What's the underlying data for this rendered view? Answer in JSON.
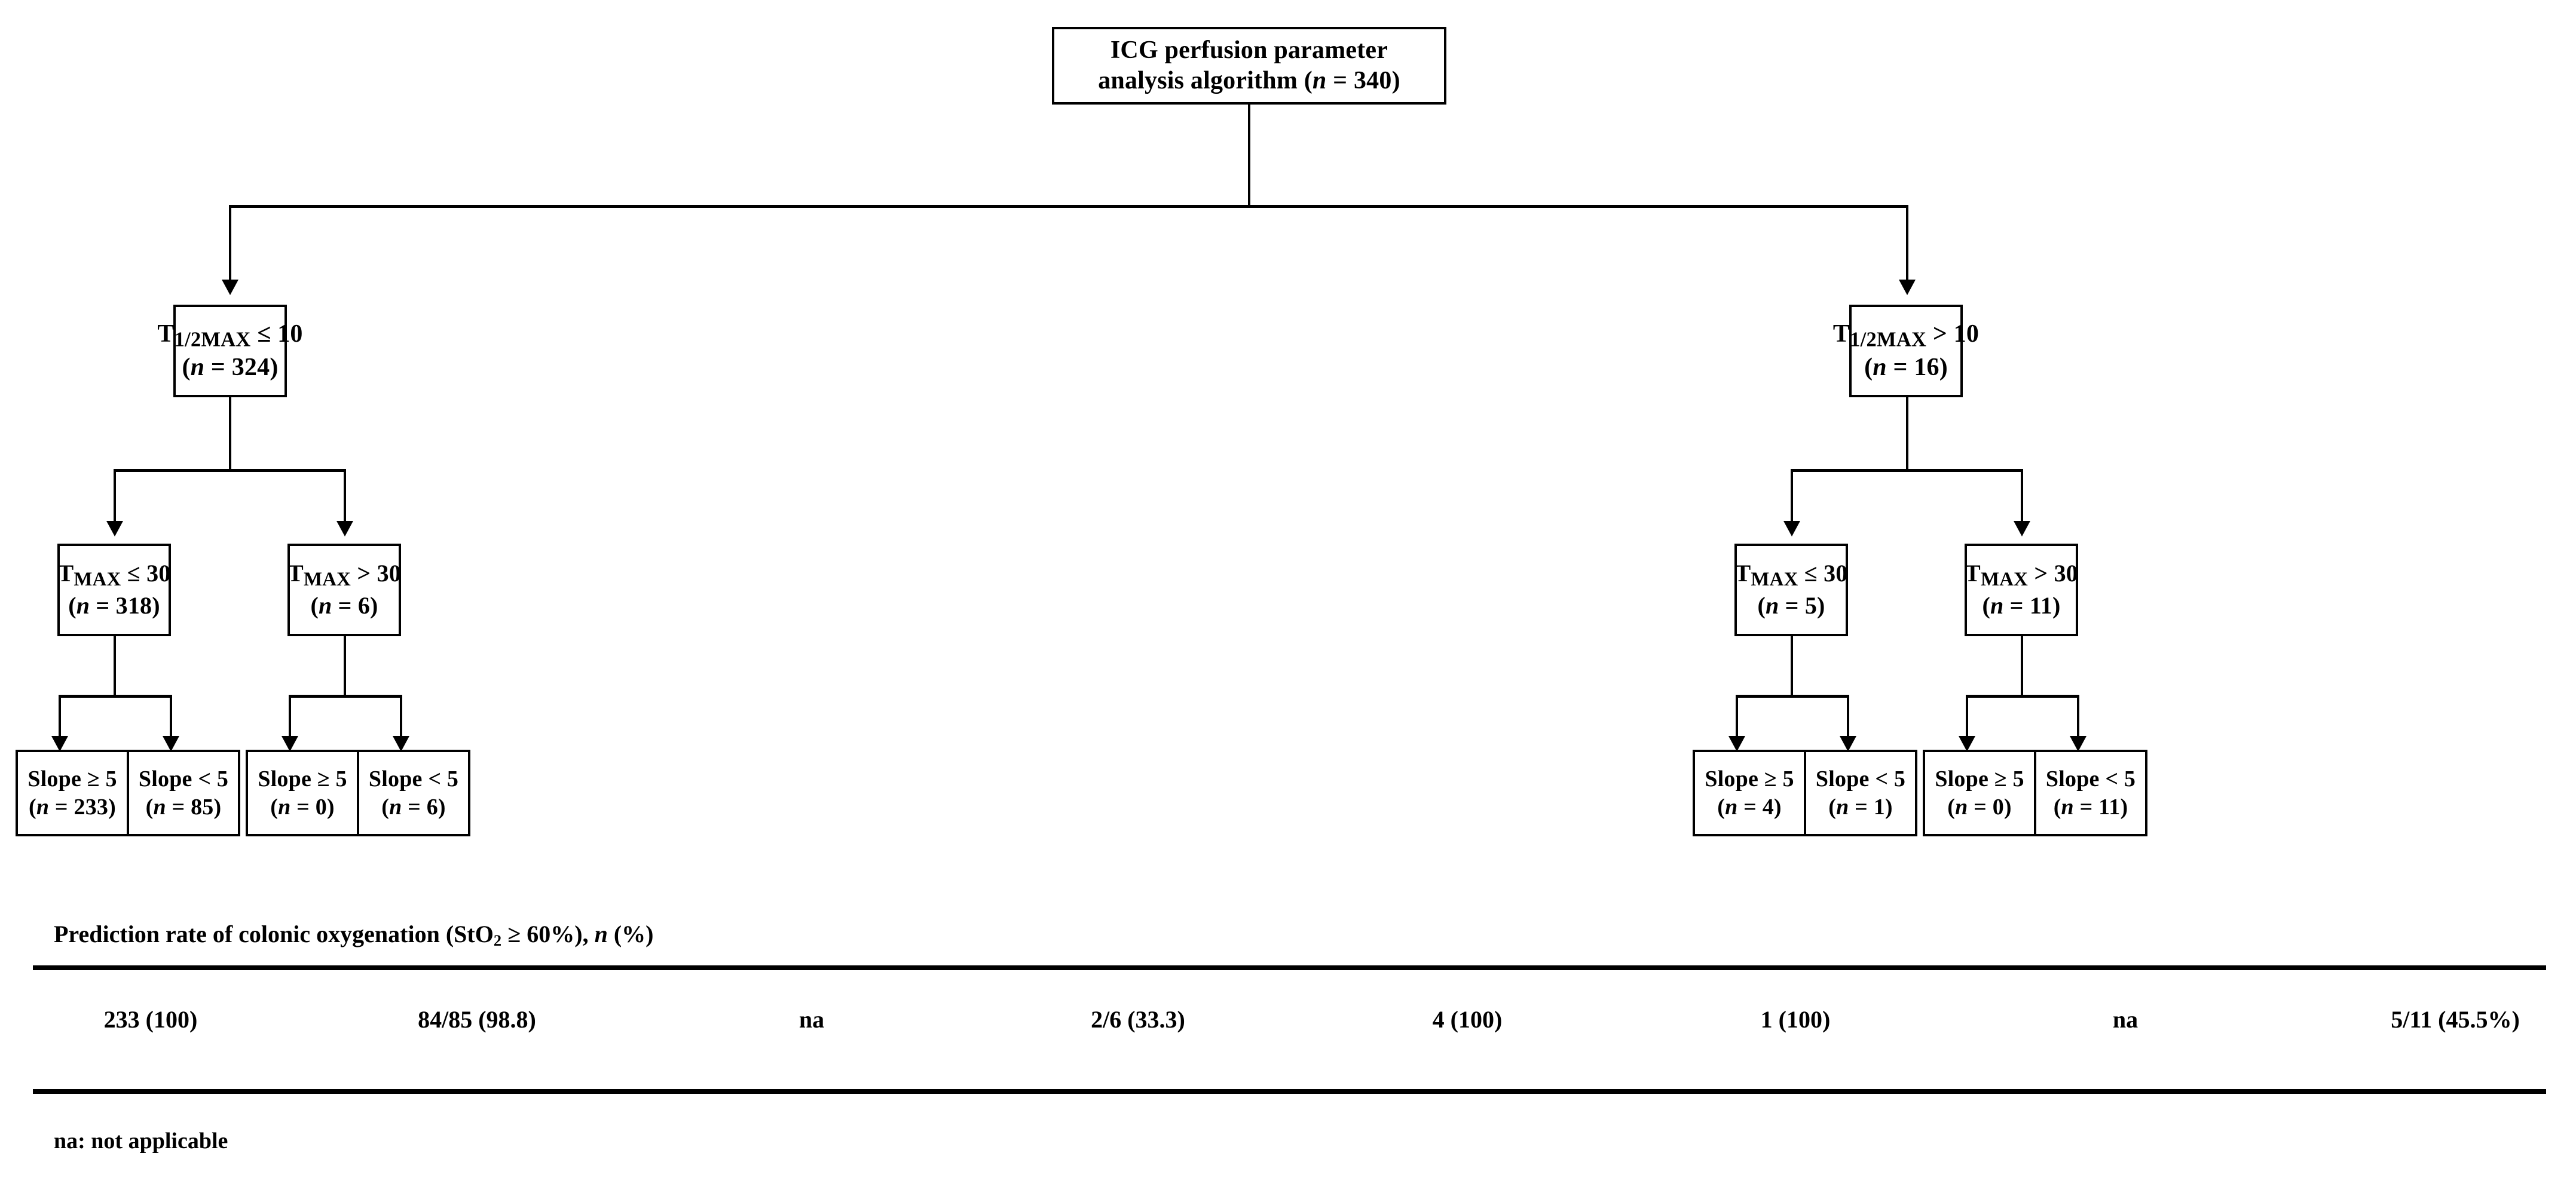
{
  "diagram": {
    "root": {
      "line1": "ICG perfusion parameter",
      "line2_pre": "analysis algorithm (",
      "line2_var": "n",
      "line2_post": " = 340)"
    },
    "level2": [
      {
        "symbol": "T",
        "sub": "1/2MAX",
        "cmp": " ≤ 10",
        "n_pre": "(",
        "n_var": "n",
        "n_post": " = 324)"
      },
      {
        "symbol": "T",
        "sub": "1/2MAX",
        "cmp": " > 10",
        "n_pre": "(",
        "n_var": "n",
        "n_post": " = 16)"
      }
    ],
    "level3": [
      {
        "symbol": "T",
        "sub": "MAX",
        "cmp": " ≤ 30",
        "n_pre": "(",
        "n_var": "n",
        "n_post": " = 318)"
      },
      {
        "symbol": "T",
        "sub": "MAX",
        "cmp": " > 30",
        "n_pre": "(",
        "n_var": "n",
        "n_post": " = 6)"
      },
      {
        "symbol": "T",
        "sub": "MAX",
        "cmp": " ≤ 30",
        "n_pre": "(",
        "n_var": "n",
        "n_post": " = 5)"
      },
      {
        "symbol": "T",
        "sub": "MAX",
        "cmp": " > 30",
        "n_pre": "(",
        "n_var": "n",
        "n_post": " = 11)"
      }
    ],
    "leaves": [
      {
        "label": "Slope ≥ 5",
        "n_pre": "(",
        "n_var": "n",
        "n_post": " = 233)"
      },
      {
        "label": "Slope < 5",
        "n_pre": "(",
        "n_var": "n",
        "n_post": " = 85)"
      },
      {
        "label": "Slope ≥ 5",
        "n_pre": "(",
        "n_var": "n",
        "n_post": " = 0)"
      },
      {
        "label": "Slope < 5",
        "n_pre": "(",
        "n_var": "n",
        "n_post": " = 6)"
      },
      {
        "label": "Slope ≥ 5",
        "n_pre": "(",
        "n_var": "n",
        "n_post": " = 4)"
      },
      {
        "label": "Slope < 5",
        "n_pre": "(",
        "n_var": "n",
        "n_post": " = 1)"
      },
      {
        "label": "Slope ≥ 5",
        "n_pre": "(",
        "n_var": "n",
        "n_post": " = 0)"
      },
      {
        "label": "Slope < 5",
        "n_pre": "(",
        "n_var": "n",
        "n_post": " = 11)"
      }
    ]
  },
  "table": {
    "title_pre": "Prediction rate of colonic oxygenation (StO",
    "title_sub": "2",
    "title_mid": " ≥ 60%), ",
    "title_var": "n",
    "title_post": " (%)",
    "values": [
      "233 (100)",
      "84/85 (98.8)",
      "na",
      "2/6 (33.3)",
      "4 (100)",
      "1 (100)",
      "na",
      "5/11 (45.5%)"
    ]
  },
  "footnote": "na: not applicable",
  "colors": {
    "ink": "#000000",
    "paper": "#ffffff"
  }
}
